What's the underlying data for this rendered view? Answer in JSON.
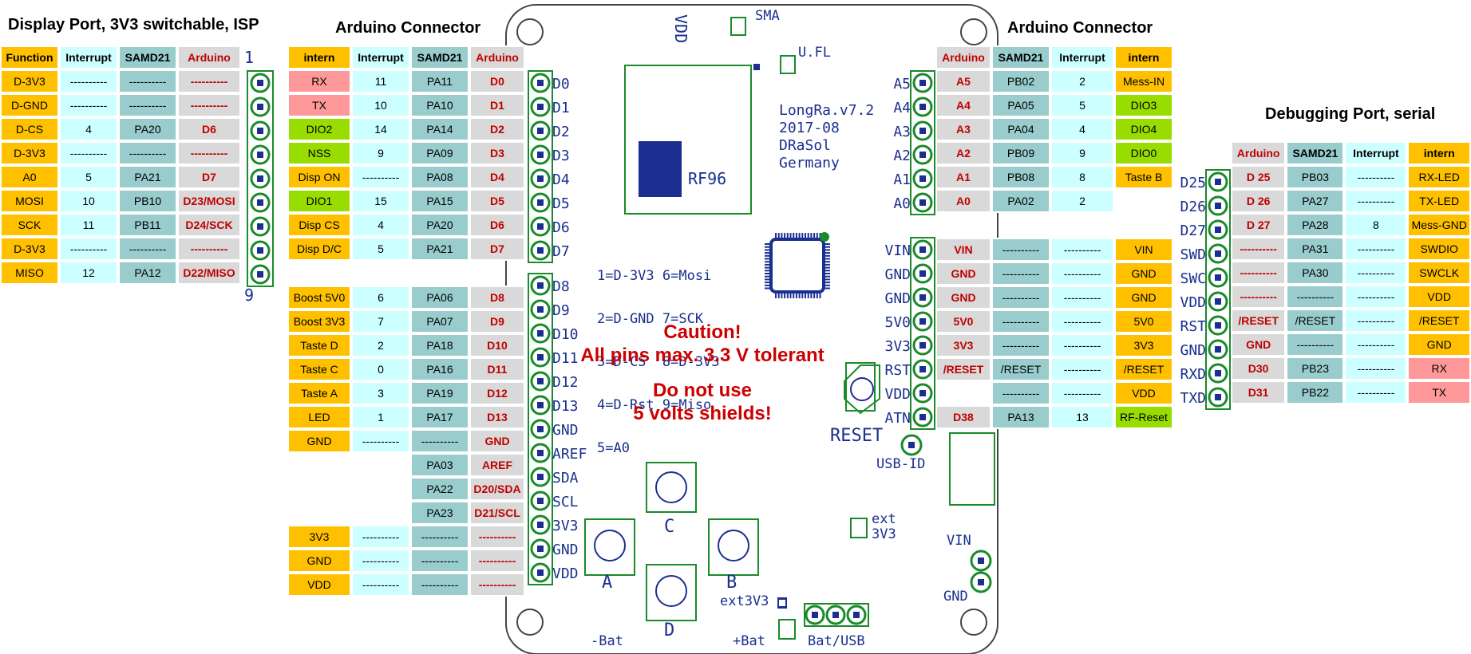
{
  "colors": {
    "orange": "#ffc000",
    "cyan": "#ccffff",
    "teal": "#99cccc",
    "gray": "#d9d9d9",
    "pink": "#ff9999",
    "green": "#99dd00",
    "red_text": "#c00000",
    "board_blue": "#1f3f9f",
    "pin_green": "#1a8a2a"
  },
  "titles": {
    "display": "Display Port, 3V3 switchable, ISP",
    "arduino_left": "Arduino Connector",
    "arduino_right": "Arduino Connector",
    "debug": "Debugging Port, serial"
  },
  "display_table": {
    "headers": [
      "Function",
      "Interrupt",
      "SAMD21",
      "Arduino"
    ],
    "rows": [
      [
        "D-3V3",
        "----------",
        "----------",
        "----------"
      ],
      [
        "D-GND",
        "----------",
        "----------",
        "----------"
      ],
      [
        "D-CS",
        "4",
        "PA20",
        "D6"
      ],
      [
        "D-3V3",
        "----------",
        "----------",
        "----------"
      ],
      [
        "A0",
        "5",
        "PA21",
        "D7"
      ],
      [
        "MOSI",
        "10",
        "PB10",
        "D23/MOSI"
      ],
      [
        "SCK",
        "11",
        "PB11",
        "D24/SCK"
      ],
      [
        "D-3V3",
        "----------",
        "----------",
        "----------"
      ],
      [
        "MISO",
        "12",
        "PA12",
        "D22/MISO"
      ]
    ],
    "pin_first": "1",
    "pin_last": "9"
  },
  "arduino_left_table": {
    "headers": [
      "intern",
      "Interrupt",
      "SAMD21",
      "Arduino"
    ],
    "rows_a": [
      [
        "RX",
        "11",
        "PA11",
        "D0"
      ],
      [
        "TX",
        "10",
        "PA10",
        "D1"
      ],
      [
        "DIO2",
        "14",
        "PA14",
        "D2"
      ],
      [
        "NSS",
        "9",
        "PA09",
        "D3"
      ],
      [
        "Disp ON",
        "----------",
        "PA08",
        "D4"
      ],
      [
        "DIO1",
        "15",
        "PA15",
        "D5"
      ],
      [
        "Disp CS",
        "4",
        "PA20",
        "D6"
      ],
      [
        "Disp D/C",
        "5",
        "PA21",
        "D7"
      ]
    ],
    "rows_b": [
      [
        "Boost 5V0",
        "6",
        "PA06",
        "D8"
      ],
      [
        "Boost 3V3",
        "7",
        "PA07",
        "D9"
      ],
      [
        "Taste D",
        "2",
        "PA18",
        "D10"
      ],
      [
        "Taste C",
        "0",
        "PA16",
        "D11"
      ],
      [
        "Taste A",
        "3",
        "PA19",
        "D12"
      ],
      [
        "LED",
        "1",
        "PA17",
        "D13"
      ],
      [
        "GND",
        "----------",
        "----------",
        "GND"
      ],
      [
        "",
        "",
        "PA03",
        "AREF"
      ],
      [
        "",
        "",
        "PA22",
        "D20/SDA"
      ],
      [
        "",
        "",
        "PA23",
        "D21/SCL"
      ],
      [
        "3V3",
        "----------",
        "----------",
        "----------"
      ],
      [
        "GND",
        "----------",
        "----------",
        "----------"
      ],
      [
        "VDD",
        "----------",
        "----------",
        "----------"
      ]
    ]
  },
  "header_left_labels_a": [
    "D0",
    "D1",
    "D2",
    "D3",
    "D4",
    "D5",
    "D6",
    "D7"
  ],
  "header_left_labels_b": [
    "D8",
    "D9",
    "D10",
    "D11",
    "D12",
    "D13",
    "GND",
    "AREF",
    "SDA",
    "SCL",
    "3V3",
    "GND",
    "VDD"
  ],
  "arduino_right_table": {
    "headers": [
      "Arduino",
      "SAMD21",
      "Interrupt",
      "intern"
    ],
    "rows_a": [
      [
        "A5",
        "PB02",
        "2",
        "Mess-IN"
      ],
      [
        "A4",
        "PA05",
        "5",
        "DIO3"
      ],
      [
        "A3",
        "PA04",
        "4",
        "DIO4"
      ],
      [
        "A2",
        "PB09",
        "9",
        "DIO0"
      ],
      [
        "A1",
        "PB08",
        "8",
        "Taste B"
      ],
      [
        "A0",
        "PA02",
        "2",
        ""
      ]
    ],
    "rows_b": [
      [
        "VIN",
        "----------",
        "----------",
        "VIN"
      ],
      [
        "GND",
        "----------",
        "----------",
        "GND"
      ],
      [
        "GND",
        "----------",
        "----------",
        "GND"
      ],
      [
        "5V0",
        "----------",
        "----------",
        "5V0"
      ],
      [
        "3V3",
        "----------",
        "----------",
        "3V3"
      ],
      [
        "/RESET",
        "/RESET",
        "----------",
        "/RESET"
      ],
      [
        "",
        "----------",
        "----------",
        "VDD"
      ],
      [
        "D38",
        "PA13",
        "13",
        "RF-Reset"
      ]
    ]
  },
  "header_right_labels_a": [
    "A5",
    "A4",
    "A3",
    "A2",
    "A1",
    "A0"
  ],
  "header_right_labels_b": [
    "VIN",
    "GND",
    "GND",
    "5V0",
    "3V3",
    "RST",
    "VDD",
    "ATN"
  ],
  "debug_table": {
    "headers": [
      "Arduino",
      "SAMD21",
      "Interrupt",
      "intern"
    ],
    "rows": [
      [
        "D 25",
        "PB03",
        "----------",
        "RX-LED"
      ],
      [
        "D 26",
        "PA27",
        "----------",
        "TX-LED"
      ],
      [
        "D 27",
        "PA28",
        "8",
        "Mess-GND"
      ],
      [
        "----------",
        "PA31",
        "----------",
        "SWDIO"
      ],
      [
        "----------",
        "PA30",
        "----------",
        "SWCLK"
      ],
      [
        "----------",
        "----------",
        "----------",
        "VDD"
      ],
      [
        "/RESET",
        "/RESET",
        "----------",
        "/RESET"
      ],
      [
        "GND",
        "----------",
        "----------",
        "GND"
      ],
      [
        "D30",
        "PB23",
        "----------",
        "RX"
      ],
      [
        "D31",
        "PB22",
        "----------",
        "TX"
      ]
    ]
  },
  "debug_labels": [
    "D25",
    "D26",
    "D27",
    "SWD",
    "SWC",
    "VDD",
    "RST",
    "GND",
    "RXD",
    "TXD"
  ],
  "board": {
    "vdd": "VDD",
    "sma": "SMA",
    "ufl": "U.FL",
    "rf": "RF96",
    "info_lines": [
      "LongRa.v7.2",
      "2017-08",
      "DRaSol",
      "Germany"
    ],
    "legend_lines": [
      "1=D-3V3 6=Mosi",
      "2=D-GND 7=SCK",
      "3=D-CS  8=D-3V3",
      "4=D-Rst 9=Miso",
      "5=A0"
    ],
    "reset": "RESET",
    "usb_id": "USB-ID",
    "ext3v3": "ext",
    "ext3v3_b": "3V3",
    "ext3v3_jumper": "ext3V3",
    "vin": "VIN",
    "gnd": "GND",
    "btn_a": "A",
    "btn_b": "B",
    "btn_c": "C",
    "btn_d": "D",
    "minus_bat": "-Bat",
    "plus_bat": "+Bat",
    "bat_usb": "Bat/USB"
  },
  "caution": {
    "line1": "Caution!",
    "line2": "All pins max. 3.3 V tolerant",
    "line3": "Do not use",
    "line4": "5 volts shields!"
  }
}
